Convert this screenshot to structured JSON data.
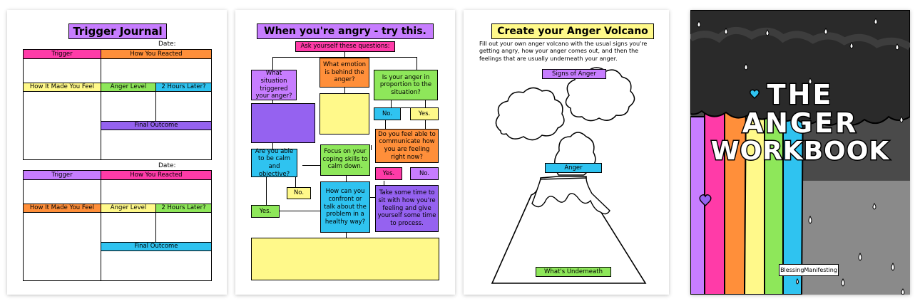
{
  "colors": {
    "purple": "#c77dff",
    "pink": "#ff3ba8",
    "orange": "#ff8f3a",
    "yellow": "#fff98a",
    "green": "#8ee75a",
    "blue": "#2fc3f0",
    "dark_purple": "#9562f0",
    "cover_bg": "#4a4a4a"
  },
  "trigger_journal": {
    "title": "Trigger Journal",
    "date_label": "Date:",
    "trigger": "Trigger",
    "how_you_reacted": "How You Reacted",
    "how_it_made_you_feel": "How It Made You Feel",
    "anger_level": "Anger Level",
    "two_hours_later": "2 Hours Later?",
    "final_outcome": "Final Outcome"
  },
  "flowchart": {
    "title": "When you're angry - try this.",
    "ask": "Ask yourself these questions:",
    "what_situation": "What situation triggered your anger?",
    "what_emotion": "What emotion is behind the anger?",
    "proportion": "Is your anger in proportion to the situation?",
    "no1": "No.",
    "yes1": "Yes.",
    "feel_able": "Do you feel able to communicate how you are feeling right now?",
    "calm": "Are you able to be calm and objective?",
    "focus": "Focus on your coping skills to calm down.",
    "yes2": "Yes.",
    "no2": "No.",
    "no3": "No.",
    "confront": "How can you confront or talk about the problem in a healthy way?",
    "take_time": "Take some time to sit with how you're feeling and give yourself some time to process.",
    "yes3": "Yes."
  },
  "volcano": {
    "title": "Create your Anger Volcano",
    "instructions": "Fill out your own anger volcano with the usual signs you're getting angry, how your anger comes out, and then the feelings that are usually underneath your anger.",
    "signs": "Signs of Anger",
    "anger": "Anger",
    "underneath": "What's Underneath"
  },
  "cover": {
    "title_line1": "THE",
    "title_line2": "ANGER",
    "title_line3": "WORKBOOK",
    "brand": "BlessingManifesting"
  }
}
